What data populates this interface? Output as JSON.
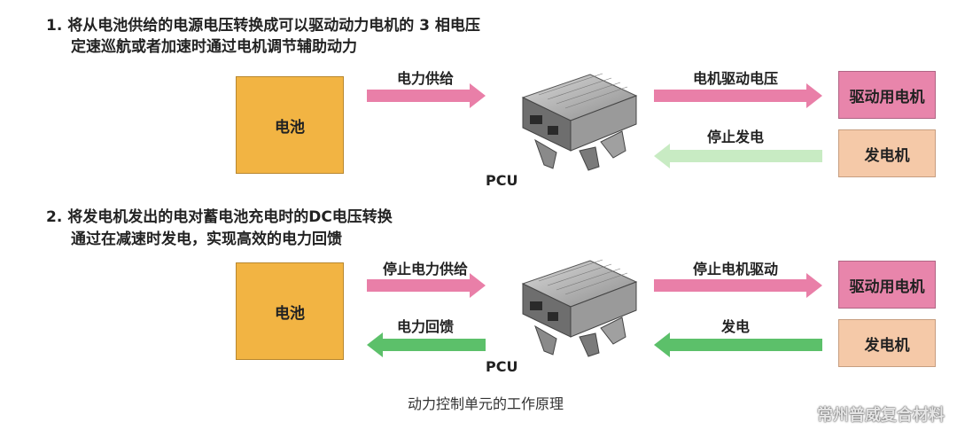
{
  "section1": {
    "line1": "1.  将从电池供给的电源电压转换成可以驱动动力电机的 3 相电压",
    "line2": "定速巡航或者加速时通过电机调节辅助动力",
    "battery_label": "电池",
    "left_arrow_label": "电力供给",
    "right_top_arrow_label": "电机驱动电压",
    "right_bottom_arrow_label": "停止发电",
    "motor_label": "驱动用电机",
    "generator_label": "发电机",
    "pcu_label": "PCU"
  },
  "section2": {
    "line1": "2.  将发电机发出的电对蓄电池充电时的DC电压转换",
    "line2": "通过在减速时发电，实现高效的电力回馈",
    "battery_label": "电池",
    "left_top_arrow_label": "停止电力供给",
    "left_bottom_arrow_label": "电力回馈",
    "right_top_arrow_label": "停止电机驱动",
    "right_bottom_arrow_label": "发电",
    "motor_label": "驱动用电机",
    "generator_label": "发电机",
    "pcu_label": "PCU"
  },
  "caption": "动力控制单元的工作原理",
  "watermark": "常州普威复合材料",
  "colors": {
    "battery": "#f2b443",
    "motor": "#e885ab",
    "generator": "#f5c9a8",
    "arrow_pink": "#e97fa8",
    "arrow_green": "#5cc06a",
    "arrow_green_faded": "#c8ebc3"
  }
}
